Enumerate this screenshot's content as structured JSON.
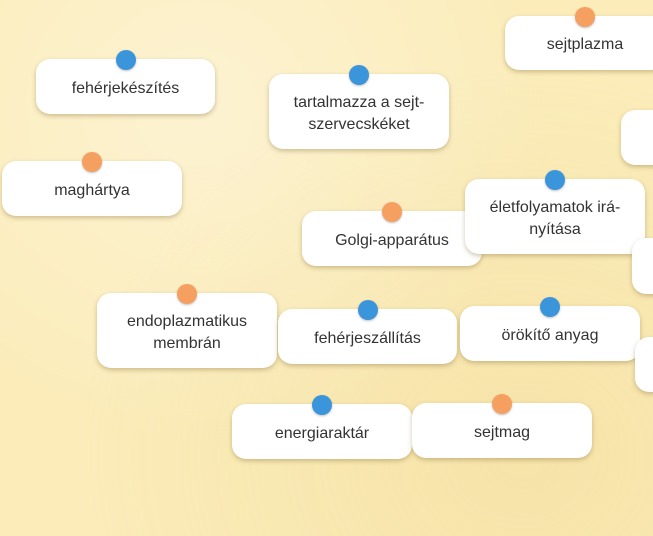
{
  "colors": {
    "background": "#fbecb9",
    "card": "#ffffff",
    "pin_blue": "#3b95db",
    "pin_orange": "#f5a060",
    "text": "#333333"
  },
  "cards": {
    "sejtplazma": {
      "label": "sejtplazma",
      "pin": "orange"
    },
    "feherjekeszites": {
      "label": "fehérjekészítés",
      "pin": "blue"
    },
    "tartalmazza": {
      "label": "tartalmazza a sejt-\nszervecskéket",
      "pin": "blue"
    },
    "maghartya": {
      "label": "maghártya",
      "pin": "orange"
    },
    "eletfolyamatok": {
      "label": "életfolyamatok irá-\nnyítása",
      "pin": "blue"
    },
    "golgi": {
      "label": "Golgi-apparátus",
      "pin": "orange"
    },
    "endoplazmatikus": {
      "label": "endoplazmatikus\nmembrán",
      "pin": "orange"
    },
    "feherjeszallitas": {
      "label": "fehérjeszállítás",
      "pin": "blue"
    },
    "orokito": {
      "label": "örökítő anyag",
      "pin": "blue"
    },
    "energiaraktar": {
      "label": "energiaraktár",
      "pin": "blue"
    },
    "sejtmag": {
      "label": "sejtmag",
      "pin": "orange"
    }
  }
}
